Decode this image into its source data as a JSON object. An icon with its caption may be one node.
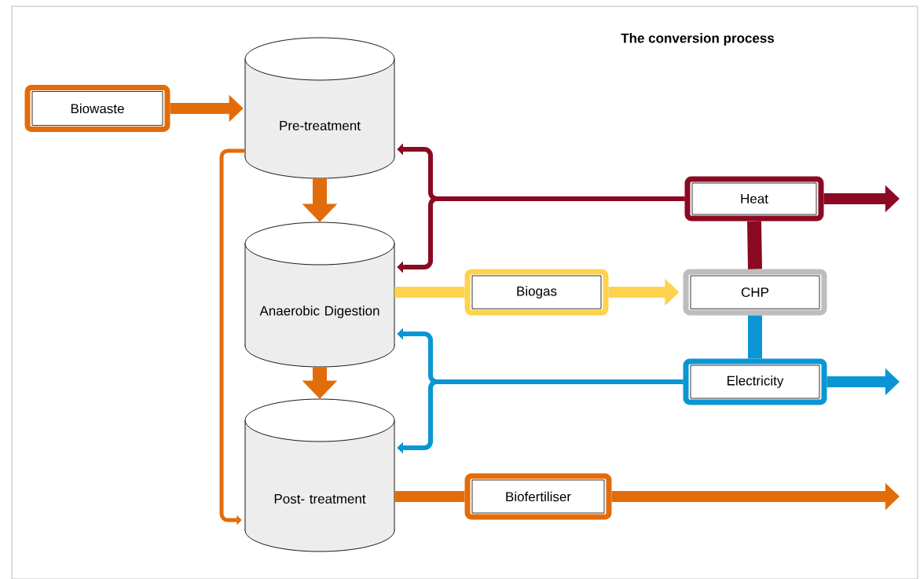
{
  "diagram": {
    "title": "The conversion process",
    "nodes": [
      {
        "text": [
          "Biowaste"
        ]
      },
      {
        "text": [
          "Pre-treatment"
        ]
      },
      {
        "text": [
          "Anaerobic Digestion"
        ]
      },
      {
        "text": [
          "Post- treatment"
        ]
      },
      {
        "text": [
          "Heat"
        ]
      },
      {
        "text": [
          "Biogas"
        ]
      },
      {
        "text": [
          "CHP"
        ]
      },
      {
        "text": [
          "Electricity"
        ]
      },
      {
        "text": [
          "Biofertiliser"
        ]
      }
    ],
    "edges": [
      {
        "from": 0,
        "to": 1,
        "arrow": "to"
      },
      {
        "from": 1,
        "to": 2,
        "arrow": "to"
      },
      {
        "from": 2,
        "to": 3,
        "arrow": "to"
      },
      {
        "from": 1,
        "to": 3,
        "arrow": "to"
      },
      {
        "from": 4,
        "to": 1,
        "arrow": "to",
        "color": "#8b0a22"
      },
      {
        "from": 4,
        "to": 2,
        "arrow": "to",
        "color": "#8b0a22"
      },
      {
        "from": 4,
        "to": null,
        "arrow": "to",
        "color": "#8b0a22"
      },
      {
        "from": 6,
        "to": 4,
        "arrow": "none",
        "color": "#8b0a22"
      },
      {
        "from": 2,
        "to": 5,
        "arrow": "none",
        "color": "#ffd24d"
      },
      {
        "from": 5,
        "to": 6,
        "arrow": "to",
        "color": "#ffd24d"
      },
      {
        "from": 6,
        "to": 7,
        "arrow": "none",
        "color": "#0a96d4"
      },
      {
        "from": 7,
        "to": 2,
        "arrow": "to",
        "color": "#0a96d4"
      },
      {
        "from": 7,
        "to": 3,
        "arrow": "to",
        "color": "#0a96d4"
      },
      {
        "from": 7,
        "to": null,
        "arrow": "to",
        "color": "#0a96d4"
      },
      {
        "from": 3,
        "to": 8,
        "arrow": "none"
      },
      {
        "from": 8,
        "to": null,
        "arrow": "to"
      }
    ]
  }
}
